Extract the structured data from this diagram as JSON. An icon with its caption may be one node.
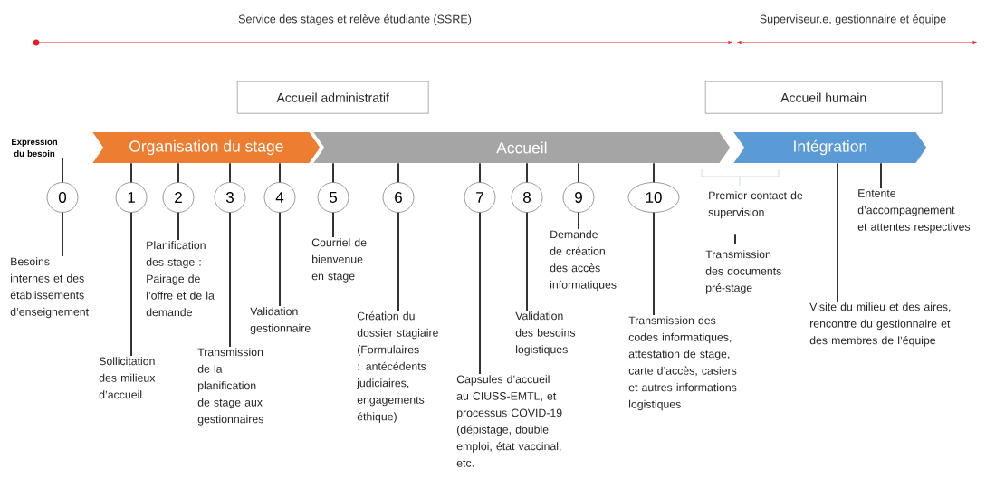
{
  "diagram": {
    "nodes": [
      {
        "text": [
          "Expression du besoin"
        ]
      },
      {
        "text": [
          "Accueil administratif"
        ]
      },
      {
        "text": [
          "Accueil humain"
        ]
      },
      {
        "text": [
          "Organisation du stage"
        ]
      },
      {
        "text": [
          "Accueil"
        ]
      },
      {
        "text": [
          "Intégration"
        ]
      },
      {
        "text": [
          "0"
        ]
      },
      {
        "text": [
          "1"
        ]
      },
      {
        "text": [
          "2"
        ]
      },
      {
        "text": [
          "3"
        ]
      },
      {
        "text": [
          "4"
        ]
      },
      {
        "text": [
          "5"
        ]
      },
      {
        "text": [
          "6"
        ]
      },
      {
        "text": [
          "7"
        ]
      },
      {
        "text": [
          "8"
        ]
      },
      {
        "text": [
          "9"
        ]
      },
      {
        "text": [
          "10"
        ]
      },
      {
        "text": [
          "Besoins internes et des établissements d’enseignement"
        ]
      },
      {
        "text": [
          "Sollicitation des milieux d’accueil"
        ]
      },
      {
        "text": [
          "Planification des stage : Pairage de l’offre et de la demande"
        ]
      },
      {
        "text": [
          "Transmission de la planification de stage aux gestionnaires"
        ]
      },
      {
        "text": [
          "Validation gestionnaire"
        ]
      },
      {
        "text": [
          "Courriel de bienvenue en stage"
        ]
      },
      {
        "text": [
          "Création du dossier stagiaire (Formulaires : antécédents judiciaires, engagements éthique)"
        ]
      },
      {
        "text": [
          "Capsules d’accueil au CIUSS-EMTL, et processus COVID-19 (dépistage, double emploi, état vaccinal, etc."
        ]
      },
      {
        "text": [
          "Validation des besoins logistiques"
        ]
      },
      {
        "text": [
          "Demande de création des accès informatiques"
        ]
      },
      {
        "text": [
          "Transmission des codes informatiques, attestation de stage, carte d’accès, casiers et autres informations logistiques"
        ]
      },
      {
        "text": [
          "Premier contact de supervision"
        ]
      },
      {
        "text": [
          "Transmission des documents pré-stage"
        ]
      },
      {
        "text": [
          "Entente d’accompagnement et attentes respectives"
        ]
      },
      {
        "text": [
          "Visite du milieu et des aires, rencontre du gestionnaire et des membres de l’équipe"
        ]
      }
    ],
    "edges": [
      {
        "from": 0,
        "to": 6,
        "arrow": "none"
      },
      {
        "from": 3,
        "to": 7,
        "arrow": "none"
      },
      {
        "from": 3,
        "to": 8,
        "arrow": "none"
      },
      {
        "from": 3,
        "to": 9,
        "arrow": "none"
      },
      {
        "from": 3,
        "to": 10,
        "arrow": "none"
      },
      {
        "from": 4,
        "to": 11,
        "arrow": "none"
      },
      {
        "from": 4,
        "to": 12,
        "arrow": "none"
      },
      {
        "from": 4,
        "to": 13,
        "arrow": "none"
      },
      {
        "from": 4,
        "to": 14,
        "arrow": "none"
      },
      {
        "from": 4,
        "to": 15,
        "arrow": "none"
      },
      {
        "from": 4,
        "to": 16,
        "arrow": "none"
      },
      {
        "from": 6,
        "to": 17,
        "arrow": "none"
      },
      {
        "from": 7,
        "to": 18,
        "arrow": "none"
      },
      {
        "from": 8,
        "to": 19,
        "arrow": "none"
      },
      {
        "from": 9,
        "to": 20,
        "arrow": "none"
      },
      {
        "from": 10,
        "to": 21,
        "arrow": "none"
      },
      {
        "from": 11,
        "to": 22,
        "arrow": "none"
      },
      {
        "from": 12,
        "to": 23,
        "arrow": "none"
      },
      {
        "from": 13,
        "to": 24,
        "arrow": "none"
      },
      {
        "from": 14,
        "to": 25,
        "arrow": "none"
      },
      {
        "from": 15,
        "to": 26,
        "arrow": "none"
      },
      {
        "from": 16,
        "to": 27,
        "arrow": "none"
      },
      {
        "from": 28,
        "to": 29,
        "arrow": "none"
      },
      {
        "from": 5,
        "to": 30,
        "arrow": "none"
      },
      {
        "from": 5,
        "to": 31,
        "arrow": "none"
      }
    ],
    "labels": [
      "Service des stages et relève étudiante (SSRE)",
      "Superviseur.e, gestionnaire et équipe"
    ]
  }
}
